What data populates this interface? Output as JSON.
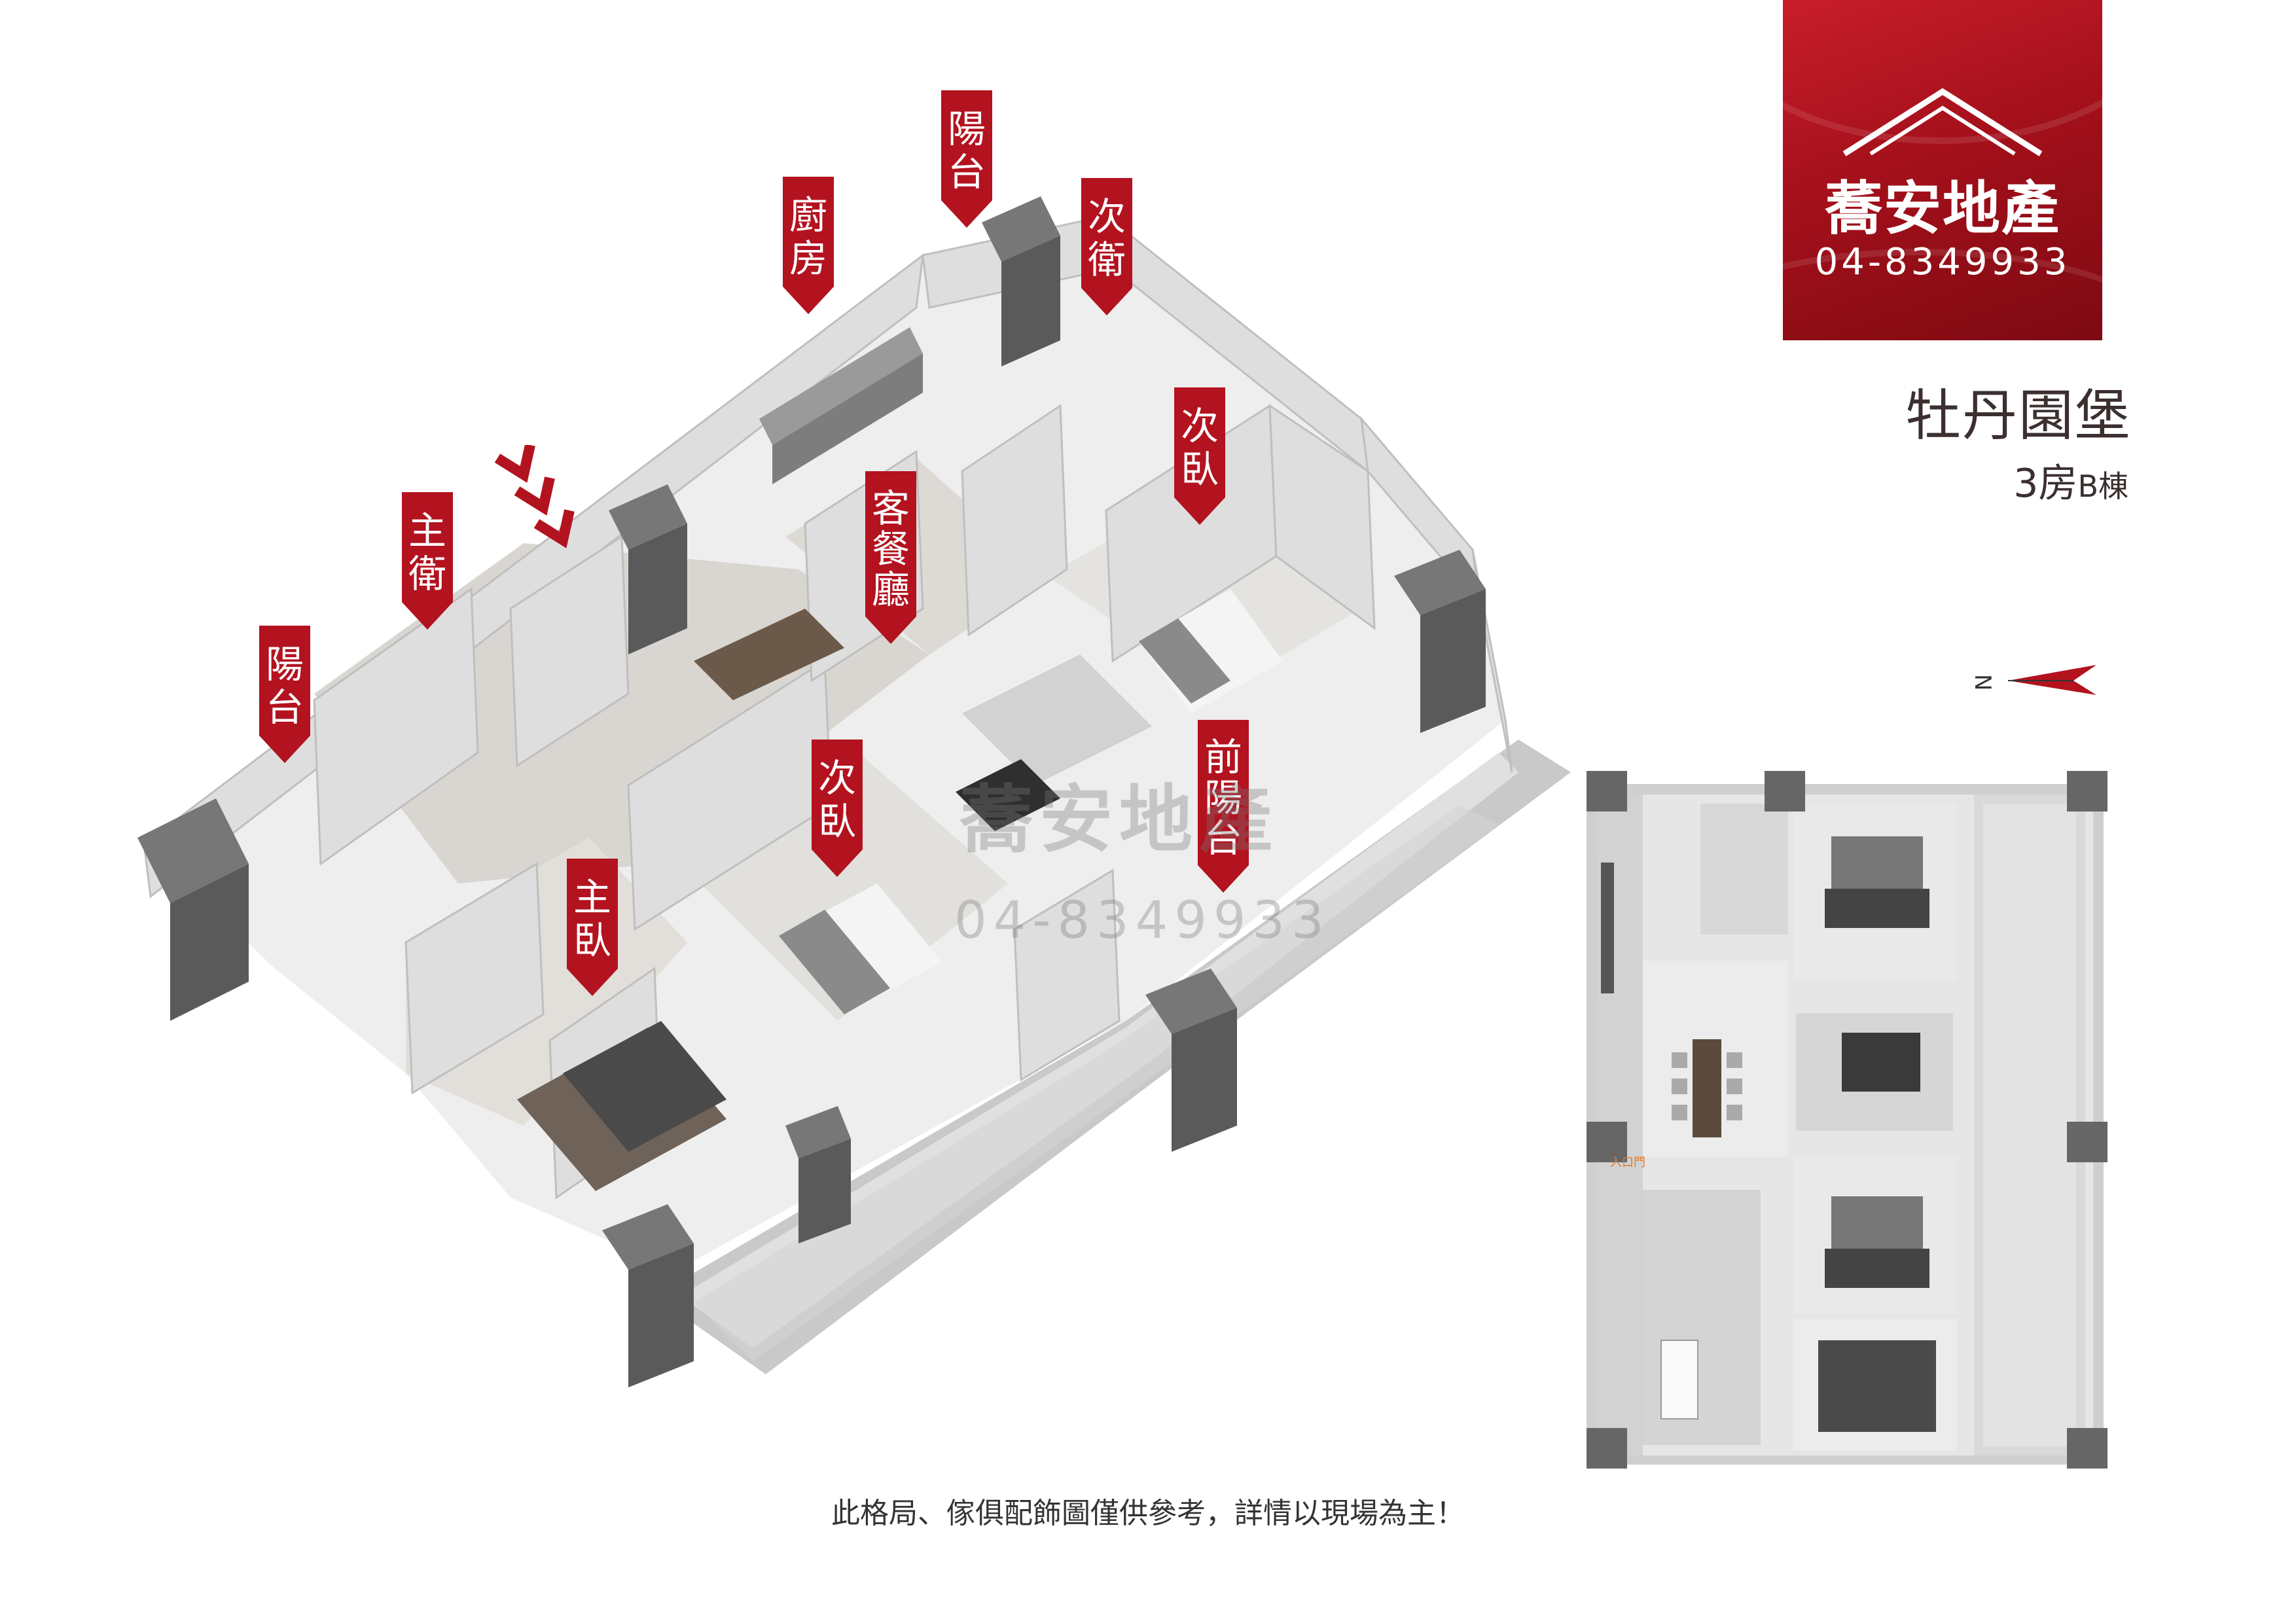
{
  "brand": {
    "name": "蕎安地產",
    "phone": "04-8349933"
  },
  "project": {
    "name": "牡丹園堡",
    "unit_rooms": "3房",
    "unit_building": "B棟"
  },
  "compass": {
    "label": "N"
  },
  "room_tags": [
    {
      "label": "陽台"
    },
    {
      "label": "廚房"
    },
    {
      "label": "次衛"
    },
    {
      "label": "次臥"
    },
    {
      "label": "客餐廳"
    },
    {
      "label": "主衛"
    },
    {
      "label": "陽台"
    },
    {
      "label": "次臥"
    },
    {
      "label": "前陽台"
    },
    {
      "label": "主臥"
    }
  ],
  "watermark": {
    "name": "蕎安地產",
    "phone": "04-8349933"
  },
  "plan": {
    "entrance_label": "入口門"
  },
  "disclaimer": "此格局、傢俱配飾圖僅供參考，詳情以現場為主！",
  "colors": {
    "brand_red": "#b3121f",
    "text_dark": "#3b2f2f",
    "wall_gray": "#dcdcdc",
    "column_gray": "#5f5f5f"
  }
}
